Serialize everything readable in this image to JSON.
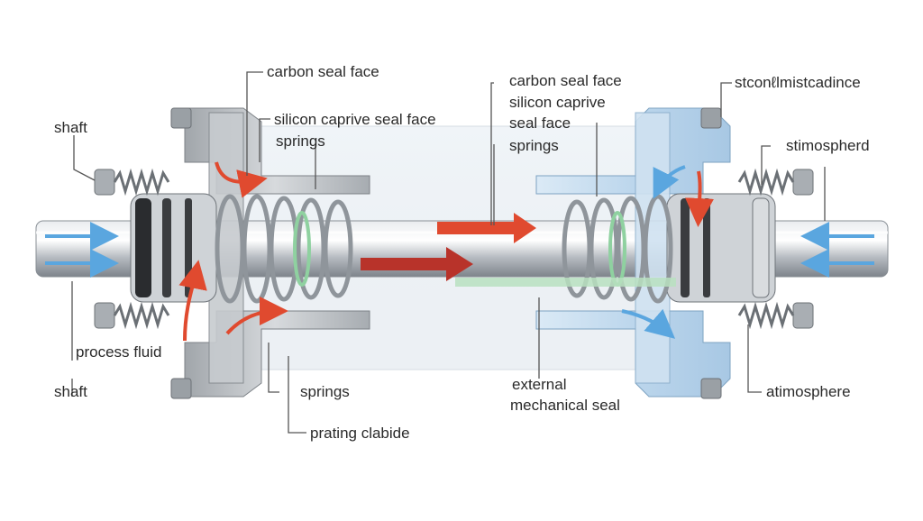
{
  "labels": {
    "left_top_carbon": "carbon seal face",
    "left_silicon_captive": "silicon caprive seal face",
    "left_springs_top": "springs",
    "left_shaft_top": "shaft",
    "left_process_fluid": "process fluid",
    "left_shaft_bottom": "shaft",
    "left_springs_bottom": "springs",
    "left_prating": "prating clabide",
    "center_carbon": "carbon seal face",
    "center_silicon": "silicon caprive",
    "center_seal_face": "seal face",
    "center_springs": "springs",
    "center_external": "external",
    "center_mechanical": "mechanical seal",
    "right_stcon": "stconℓlmistcadince",
    "right_stimospherd": "stimospherd",
    "right_atimosphere": "atimosphere"
  },
  "colors": {
    "flow_red": "#e04a2f",
    "flow_dark_red": "#b8332a",
    "flow_blue": "#5aa6df",
    "seal_blue": "#cfe2f2",
    "seal_green": "#9fd1a8",
    "steel": "#b9bdc2"
  }
}
